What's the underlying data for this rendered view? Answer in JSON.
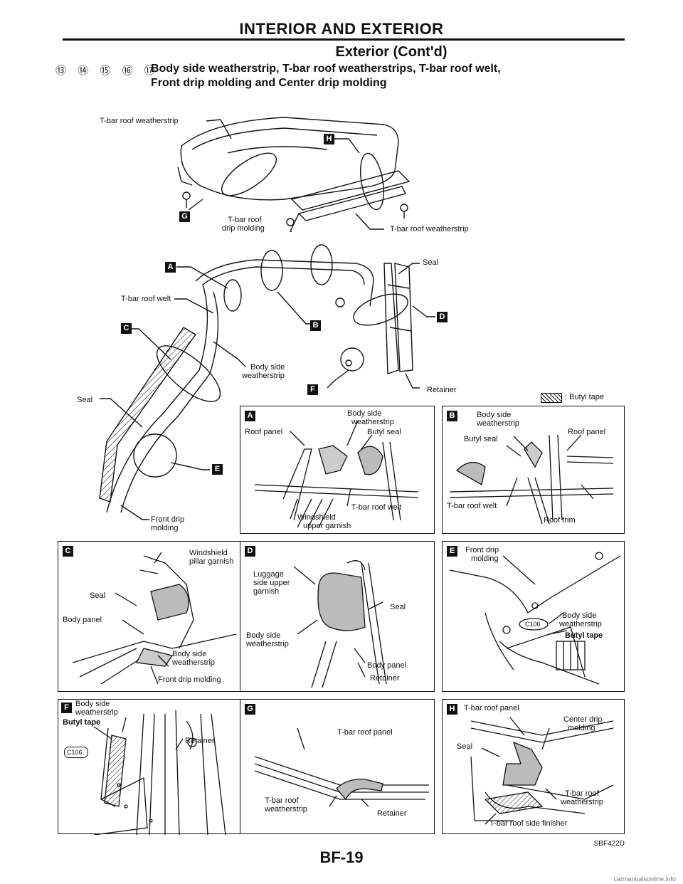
{
  "header": {
    "section_title": "INTERIOR AND EXTERIOR",
    "sub_title": "Exterior (Cont'd)",
    "item_numbers": "⑬ ⑭ ⑮ ⑯ ⑰",
    "item_line1": "Body side weatherstrip, T-bar roof weatherstrips, T-bar roof welt,",
    "item_line2": "Front drip molding and Center drip molding"
  },
  "overview": {
    "tbar_weatherstrip_top": "T-bar roof weatherstrip",
    "tbar_drip_molding_1": "T-bar roof",
    "tbar_drip_molding_2": "drip molding",
    "tbar_weatherstrip_bottom": "T-bar roof weatherstrip",
    "seal_right": "Seal",
    "tbar_welt": "T-bar roof welt",
    "body_side_ws_1": "Body side",
    "body_side_ws_2": "weatherstrip",
    "retainer": "Retainer",
    "seal_left": "Seal",
    "front_drip_1": "Front drip",
    "front_drip_2": "molding"
  },
  "legend": {
    "butyl_tape": ": Butyl tape"
  },
  "tags": {
    "A": "A",
    "B": "B",
    "C": "C",
    "D": "D",
    "E": "E",
    "F": "F",
    "G": "G",
    "H": "H"
  },
  "detail_A": {
    "body_side_1": "Body side",
    "body_side_2": "weatherstrip",
    "roof_panel": "Roof panel",
    "butyl_seal": "Butyl seal",
    "tbar_welt": "T-bar roof welt",
    "windshield_1": "Windshield",
    "windshield_2": "upper garnish"
  },
  "detail_B": {
    "body_side_1": "Body side",
    "body_side_2": "weatherstrip",
    "butyl_seal": "Butyl seal",
    "roof_panel": "Roof panel",
    "tbar_welt": "T-bar roof welt",
    "roof_trim": "Roof trim"
  },
  "detail_C": {
    "windshield_1": "Windshield",
    "windshield_2": "pillar garnish",
    "seal": "Seal",
    "body_panel": "Body panel",
    "body_side_1": "Body side",
    "body_side_2": "weatherstrip",
    "front_drip": "Front drip molding"
  },
  "detail_D": {
    "luggage_1": "Luggage",
    "luggage_2": "side upper",
    "luggage_3": "garnish",
    "seal": "Seal",
    "body_side_1": "Body side",
    "body_side_2": "weatherstrip",
    "body_panel": "Body panel",
    "retainer": "Retainer"
  },
  "detail_E": {
    "front_drip_1": "Front drip",
    "front_drip_2": "molding",
    "clip": "C106",
    "body_side_1": "Body side",
    "body_side_2": "weatherstrip",
    "butyl_tape": "Butyl tape"
  },
  "detail_F": {
    "body_side_1": "Body side",
    "body_side_2": "weatherstrip",
    "butyl_tape": "Butyl tape",
    "clip": "C106",
    "retainer": "Retainer"
  },
  "detail_G": {
    "tbar_panel": "T-bar roof panel",
    "tbar_ws_1": "T-bar roof",
    "tbar_ws_2": "weatherstrip",
    "retainer": "Retainer"
  },
  "detail_H": {
    "tbar_panel": "T-bar roof panel",
    "center_drip_1": "Center drip",
    "center_drip_2": "molding",
    "seal": "Seal",
    "tbar_ws_1": "T-bar roof",
    "tbar_ws_2": "weatherstrip",
    "side_finisher": "T-bar roof side finisher"
  },
  "footer": {
    "page_number": "BF-19",
    "figure_code": "SBF422D",
    "watermark": "carmanualsonline.info"
  }
}
